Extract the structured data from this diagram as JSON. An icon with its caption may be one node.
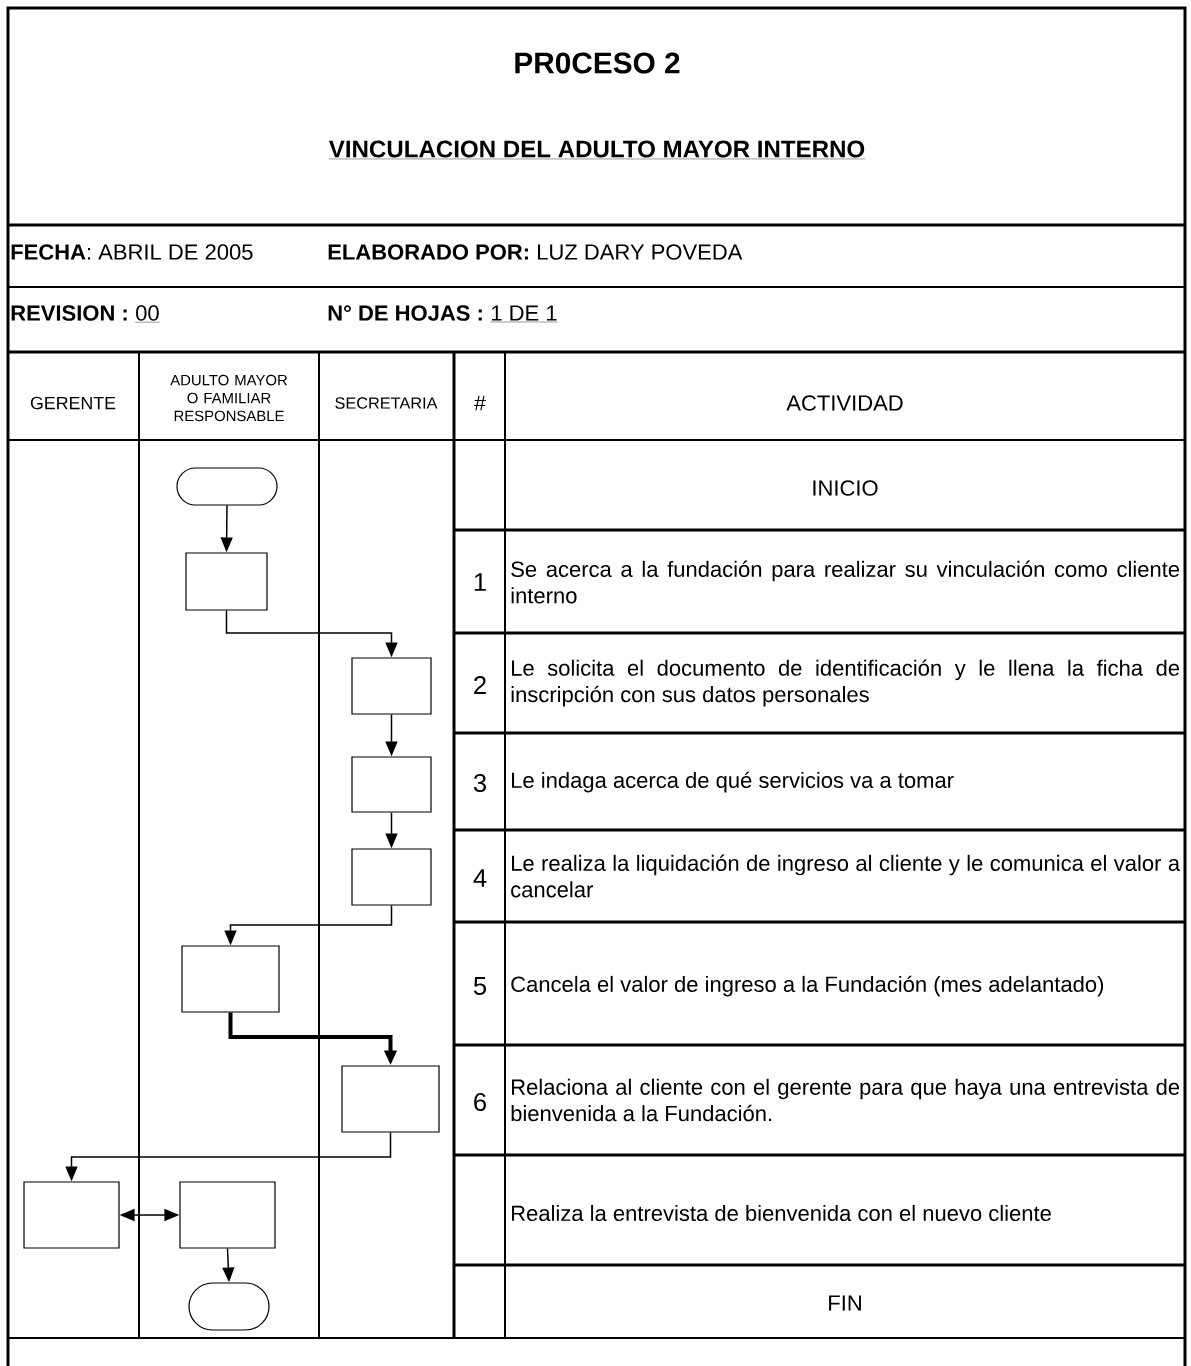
{
  "diagram": {
    "title": "PR0CESO 2",
    "nodes": [
      {
        "text": [],
        "shape": "terminal"
      },
      {
        "text": [],
        "shape": "box"
      },
      {
        "text": [],
        "shape": "box"
      },
      {
        "text": [],
        "shape": "box"
      },
      {
        "text": [],
        "shape": "box"
      },
      {
        "text": [],
        "shape": "box"
      },
      {
        "text": [],
        "shape": "box"
      },
      {
        "text": [],
        "shape": "box"
      },
      {
        "text": [],
        "shape": "box"
      },
      {
        "text": [],
        "shape": "terminal"
      }
    ],
    "edges": [
      {
        "from": 0,
        "to": 1,
        "arrow": "to"
      },
      {
        "from": 1,
        "to": 2,
        "arrow": "to"
      },
      {
        "from": 2,
        "to": 3,
        "arrow": "to"
      },
      {
        "from": 3,
        "to": 4,
        "arrow": "to"
      },
      {
        "from": 4,
        "to": 5,
        "arrow": "to"
      },
      {
        "from": 5,
        "to": 6,
        "arrow": "to",
        "style": "thick"
      },
      {
        "from": 6,
        "to": 7,
        "arrow": "to"
      },
      {
        "from": 7,
        "to": 8,
        "arrow": "both"
      },
      {
        "from": 8,
        "to": 9,
        "arrow": "to"
      }
    ],
    "labels": [
      "VINCULACION DEL ADULTO MAYOR INTERNO",
      "**FECHA**: ABRIL DE 2005",
      "**ELABORADO POR:** LUZ DARY POVEDA",
      "REVISION :",
      "00",
      "N° DE HOJAS :",
      "1 DE 1",
      "GERENTE",
      "ADULTO MAYOR O FAMILIAR RESPONSABLE",
      "SECRETARIA",
      "#",
      "ACTIVIDAD",
      "INICIO",
      "1",
      "Se acerca a la fundación para realizar su vinculación como cliente interno",
      "2",
      "Le solicita el documento de identificación y le llena la ficha de inscripción con sus datos personales",
      "3",
      "Le indaga acerca de qué servicios va a tomar",
      "4",
      "Le realiza la liquidación de ingreso al cliente y le comunica el valor a cancelar",
      "5",
      "Cancela el valor de ingreso a la Fundación (mes adelantado)",
      "6",
      "Relaciona al cliente con el gerente para que haya una entrevista de bienvenida a la Fundación.",
      "Realiza la entrevista de bienvenida con el nuevo cliente",
      "FIN"
    ]
  }
}
